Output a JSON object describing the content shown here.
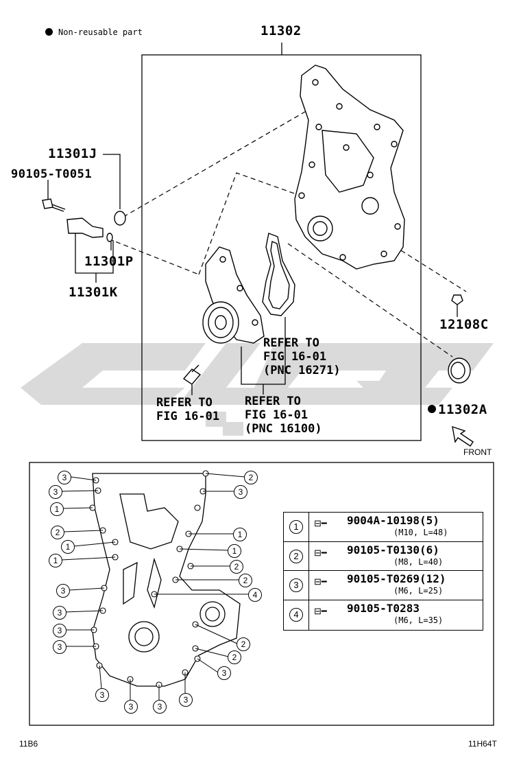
{
  "legend": {
    "text": "Non-reusable part"
  },
  "parts": {
    "p11302": "11302",
    "p11301J": "11301J",
    "p90105T0051": "90105-T0051",
    "p11301P": "11301P",
    "p11301K": "11301K",
    "p12108C": "12108C",
    "p11302A": "11302A"
  },
  "refs": {
    "ref1": "REFER TO\nFIG 16-01\n(PNC 16271)",
    "ref2": "REFER TO\nFIG 16-01",
    "ref3": "REFER TO\nFIG 16-01\n(PNC 16100)"
  },
  "front_label": "FRONT",
  "bolt_table": [
    {
      "num": "1",
      "part": "9004A-10198(5)",
      "desc": "(M10, L=48)"
    },
    {
      "num": "2",
      "part": "90105-T0130(6)",
      "desc": "(M8, L=40)"
    },
    {
      "num": "3",
      "part": "90105-T0269(12)",
      "desc": "(M6, L=25)"
    },
    {
      "num": "4",
      "part": "90105-T0283",
      "desc": "(M6, L=35)"
    }
  ],
  "footer": {
    "left": "11B6",
    "right": "11H64T"
  },
  "colors": {
    "watermark": "#d9d9d9",
    "line": "#000000"
  }
}
